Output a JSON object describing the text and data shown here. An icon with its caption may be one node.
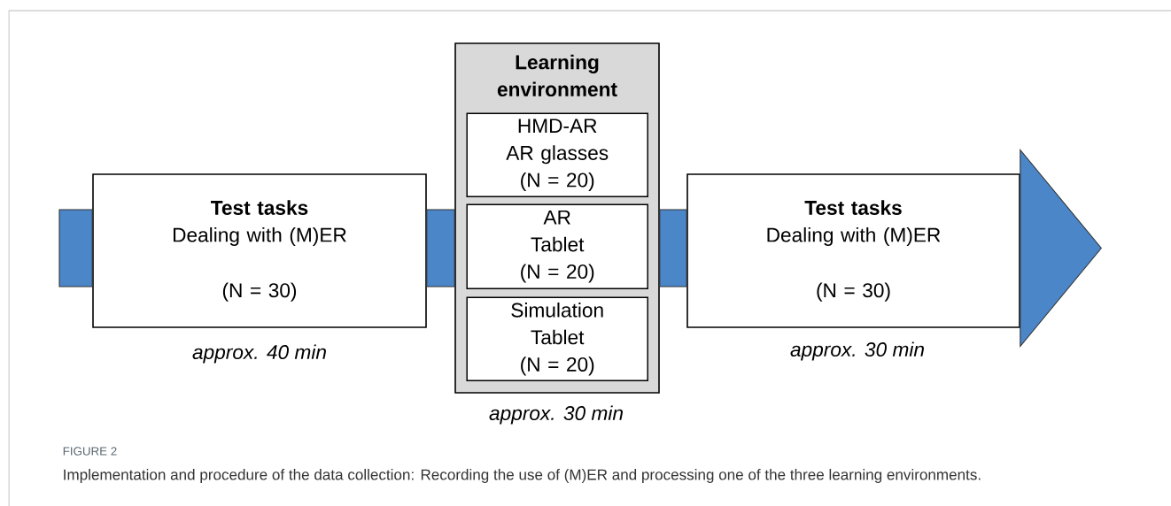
{
  "diagram": {
    "caption": "Implementation and procedure of the data collection: Recording the use of (M)ER and processing one of the three learning environments.",
    "nodes": [
      {
        "text": [
          "Test tasks",
          "Dealing with (M)ER",
          "(N = 30)"
        ],
        "beside": [
          "approx. 40 min"
        ]
      },
      {
        "text": [
          "Learning environment"
        ],
        "beside": [
          "approx. 30 min"
        ]
      },
      {
        "text": [
          "HMD-AR",
          "AR glasses",
          "(N = 20)"
        ],
        "in": 1
      },
      {
        "text": [
          "AR",
          "Tablet",
          "(N = 20)"
        ],
        "in": 1
      },
      {
        "text": [
          "Simulation",
          "Tablet",
          "(N = 20)"
        ],
        "in": 1
      },
      {
        "text": [
          "Test tasks",
          "Dealing with (M)ER",
          "(N = 30)"
        ],
        "beside": [
          "approx. 30 min"
        ]
      }
    ],
    "edges": [
      {
        "from": null,
        "to": 0,
        "arrow": "none"
      },
      {
        "from": 0,
        "to": 1,
        "arrow": "none"
      },
      {
        "from": 1,
        "to": 5,
        "arrow": "none"
      },
      {
        "from": 5,
        "to": null,
        "arrow": "to"
      }
    ],
    "labels": [
      "FIGURE 2"
    ]
  }
}
